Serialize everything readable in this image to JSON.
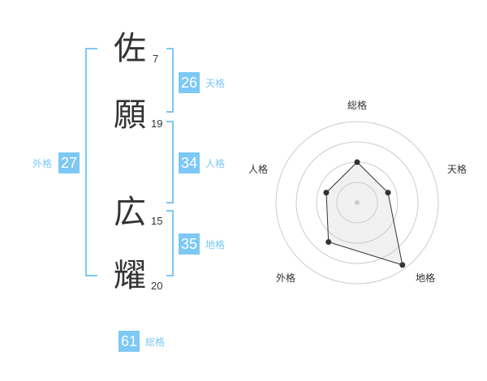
{
  "name_chars": [
    {
      "char": "佐",
      "strokes": "7"
    },
    {
      "char": "願",
      "strokes": "19"
    },
    {
      "char": "広",
      "strokes": "15"
    },
    {
      "char": "耀",
      "strokes": "20"
    }
  ],
  "fortunes": {
    "tenkaku": {
      "label": "天格",
      "value": "26"
    },
    "jinkaku": {
      "label": "人格",
      "value": "34"
    },
    "chikaku": {
      "label": "地格",
      "value": "35"
    },
    "gaikaku": {
      "label": "外格",
      "value": "27"
    },
    "soukaku": {
      "label": "総格",
      "value": "61"
    }
  },
  "colors": {
    "accent": "#7dc8f5",
    "text": "#333333",
    "grid": "#cccccc"
  },
  "chart_data": {
    "type": "radar",
    "axes": [
      "総格",
      "天格",
      "地格",
      "外格",
      "人格"
    ],
    "values": [
      0.5,
      0.4,
      0.95,
      0.6,
      0.4
    ],
    "rings": 4
  }
}
